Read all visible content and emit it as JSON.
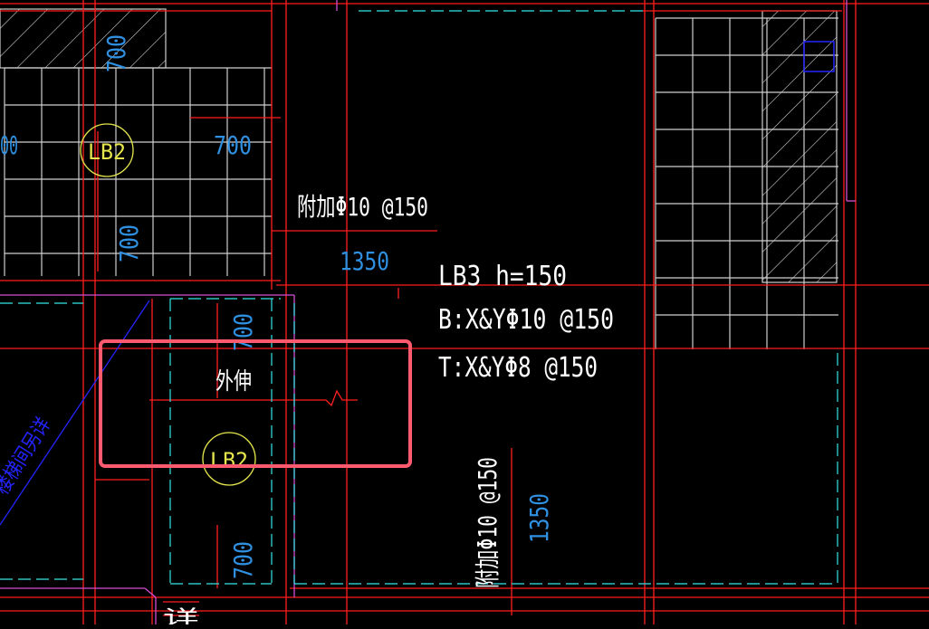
{
  "colors": {
    "background": "#000000",
    "beam_red": "#ff1e1e",
    "grid_white": "#cfcfcf",
    "dash_cyan": "#33e6e6",
    "dim_blue": "#2f8fe0",
    "label_white": "#ffffff",
    "circle_yellow": "#e6e64d",
    "magenta": "#d24dd2",
    "highlight_pink": "#ff5a6e",
    "diag_blue": "#2424ff"
  },
  "labels": {
    "lb2_top": "LB2",
    "lb2_bottom": "LB2",
    "extra_rebar_top": "附加Φ10 @150",
    "extra_rebar_vertical": "附加Φ10 @150",
    "dim_1350_top": "1350",
    "dim_1350_vertical": "1350",
    "dim_700_top_vertical": "700",
    "dim_700_right": "700",
    "dim_700_left_vertical": "700",
    "dim_700_mid_vertical": "700",
    "dim_700_bottom_vertical": "700",
    "dim_left_partial": "00",
    "slab_name": "LB3  h=150",
    "slab_bottom_rebar": "B:X&YΦ10 @150",
    "slab_top_rebar": "T:X&YΦ8 @150",
    "extension_label": "外伸",
    "stair_label": "楼梯间另详",
    "bottom_partial": "详"
  },
  "selection": {
    "label": "highlight-box"
  }
}
